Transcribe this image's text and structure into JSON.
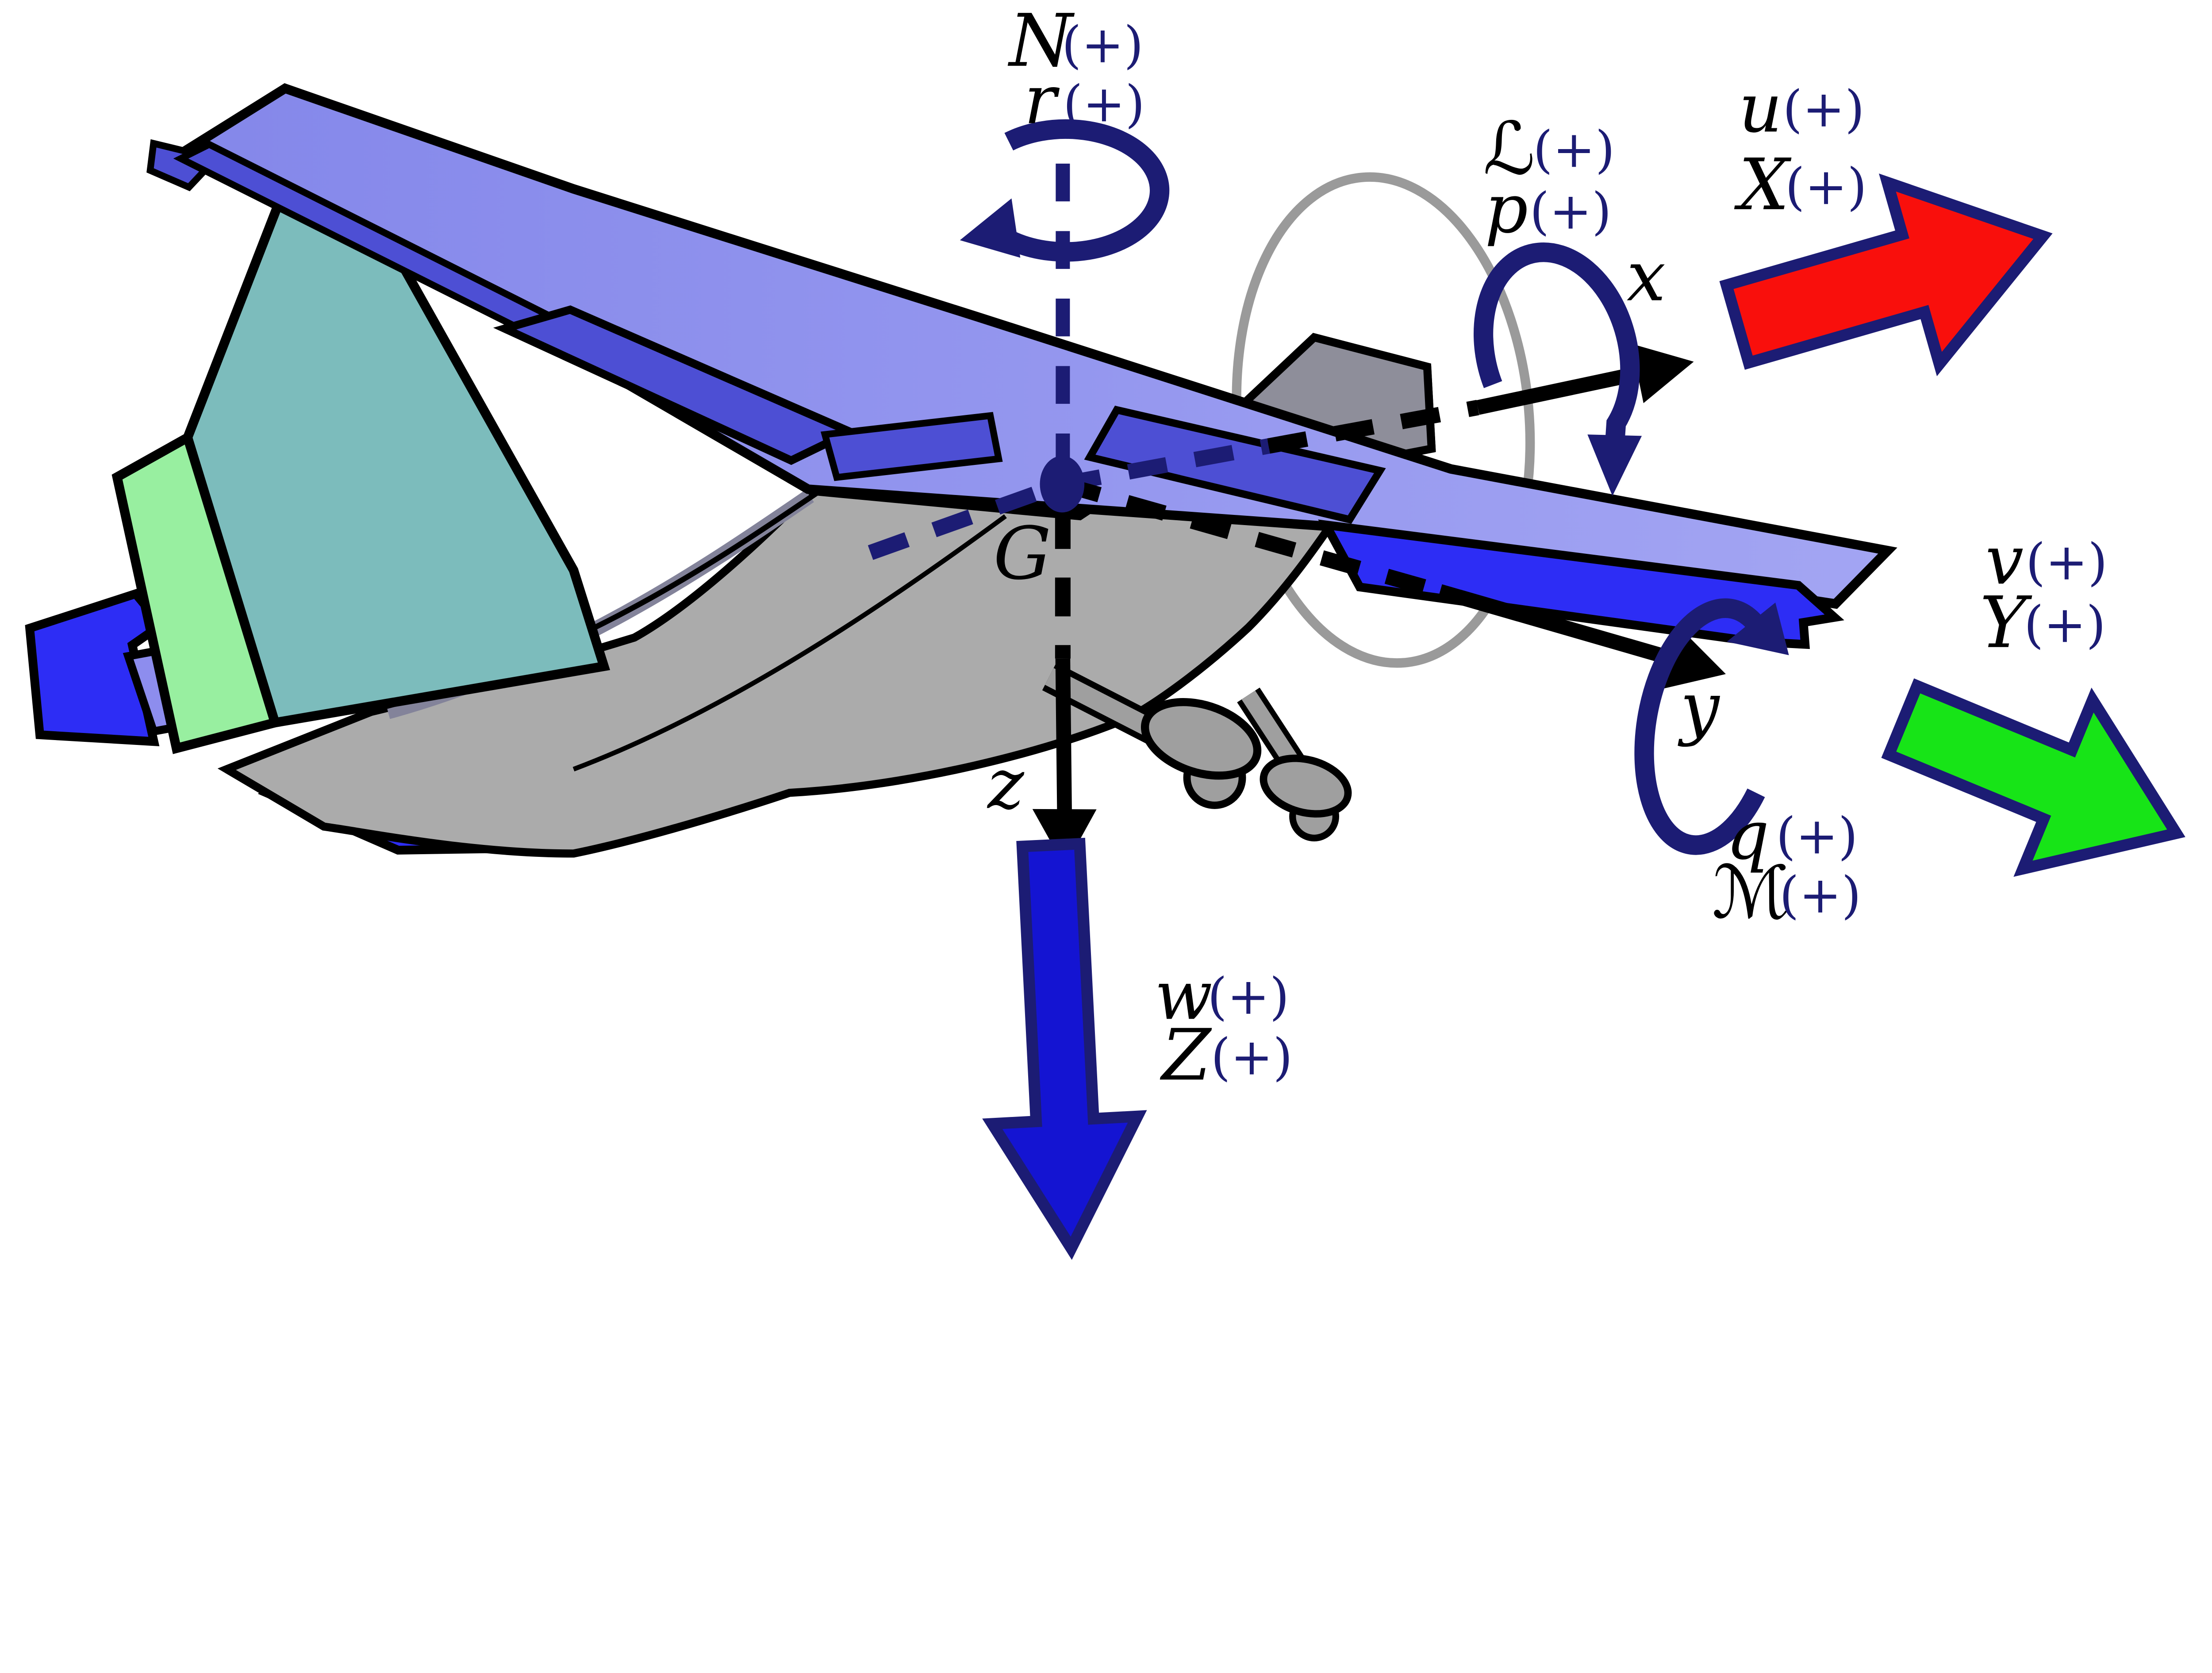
{
  "diagram": {
    "type": "aircraft-body-axes",
    "description": "Airplane with body axes x,y,z; linear velocities u,v,w; forces X,Y,Z; angular rates p,q,r; moments L,M,N; center of gravity G"
  },
  "labels": {
    "yaw_moment": "N",
    "yaw_rate": "r",
    "roll_moment": "ℒ",
    "roll_rate": "p",
    "pitch_rate": "q",
    "pitch_moment": "ℳ",
    "vel_u": "u",
    "force_X": "X",
    "vel_v": "v",
    "force_Y": "Y",
    "vel_w": "w",
    "force_Z": "Z",
    "axis_x": "x",
    "axis_y": "y",
    "axis_z": "z",
    "cg": "G",
    "plus": "(+)"
  },
  "colors": {
    "navy": "#1c1c74",
    "black": "#000000",
    "red": "#f90f0c",
    "green": "#17e417",
    "blue_arrow": "#1414d2",
    "bright_blue": "#2d2df5",
    "wing_left": "#8487ea",
    "wing_right": "#a3a5f3",
    "panel_blue": "#4d4fd4",
    "panel_peri": "#8d8dee",
    "lavender": "#d6d6f7",
    "teal": "#7cbcbc",
    "light_green": "#98efa0",
    "gray": "#ababab",
    "cowl_gray": "#8e8e9a",
    "prop_gray": "#9a9a9a",
    "wheel_gray": "#9f9f9f"
  }
}
